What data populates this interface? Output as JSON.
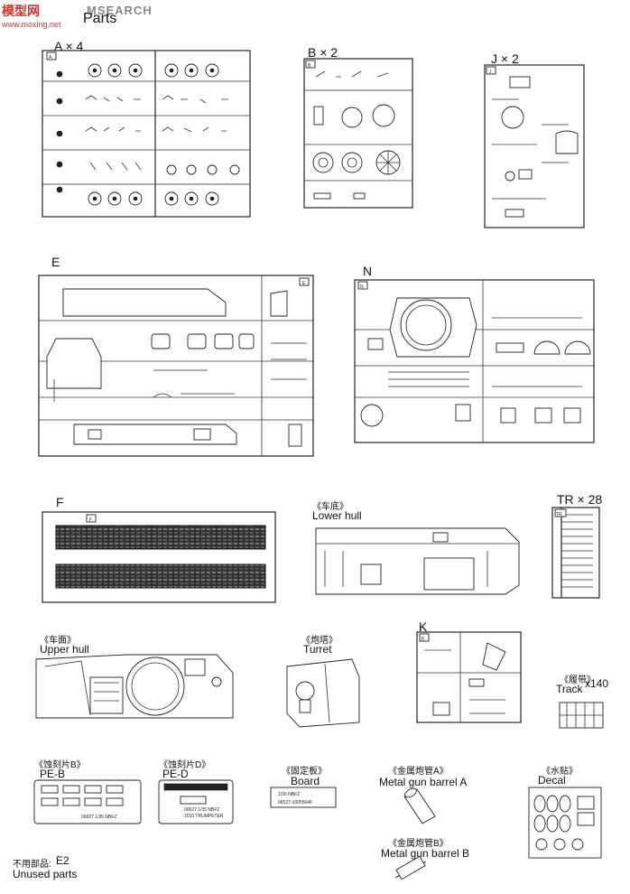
{
  "watermark": {
    "brand": "模型网",
    "search": "MSEARCH",
    "url": "www.moxing.net"
  },
  "page_title": "Parts",
  "sprues": {
    "A": "A × 4",
    "B": "B × 2",
    "J": "J × 2",
    "E": "E",
    "N": "N",
    "F": "F",
    "TR": "TR × 28",
    "K": "K"
  },
  "sprue_tags": {
    "A": "A",
    "B": "B",
    "J": "J",
    "E": "E",
    "N": "N",
    "F": "F",
    "TR": "TR",
    "K": "K"
  },
  "lower_hull": {
    "cn": "《车底》",
    "en": "Lower hull"
  },
  "upper_hull": {
    "cn": "《车面》",
    "en": "Upper hull"
  },
  "turret": {
    "cn": "《炮塔》",
    "en": "Turret"
  },
  "track": {
    "cn": "《履带》",
    "en": "Track",
    "count": "x140"
  },
  "pe_b": {
    "cn": "《蚀刻片B》",
    "en": "PE-B",
    "text": "00627 1/35 NBFZ"
  },
  "pe_d": {
    "cn": "《蚀刻片D》",
    "en": "PE-D",
    "text1": "00627 1/35 NBFZ",
    "text2": "2010 TRUMPETER"
  },
  "board": {
    "cn": "《固定板》",
    "en": "Board",
    "line1": "1/35 NBFZ",
    "line2": "06527-10055046"
  },
  "gun_a": {
    "cn": "《金属炮管A》",
    "en": "Metal gun barrel A"
  },
  "gun_b": {
    "cn": "《金属炮管B》",
    "en": "Metal gun barrel B"
  },
  "decal": {
    "cn": "《水贴》",
    "en": "Decal"
  },
  "unused": {
    "cn": "不用部品:",
    "part": "E2",
    "en": "Unused parts"
  }
}
